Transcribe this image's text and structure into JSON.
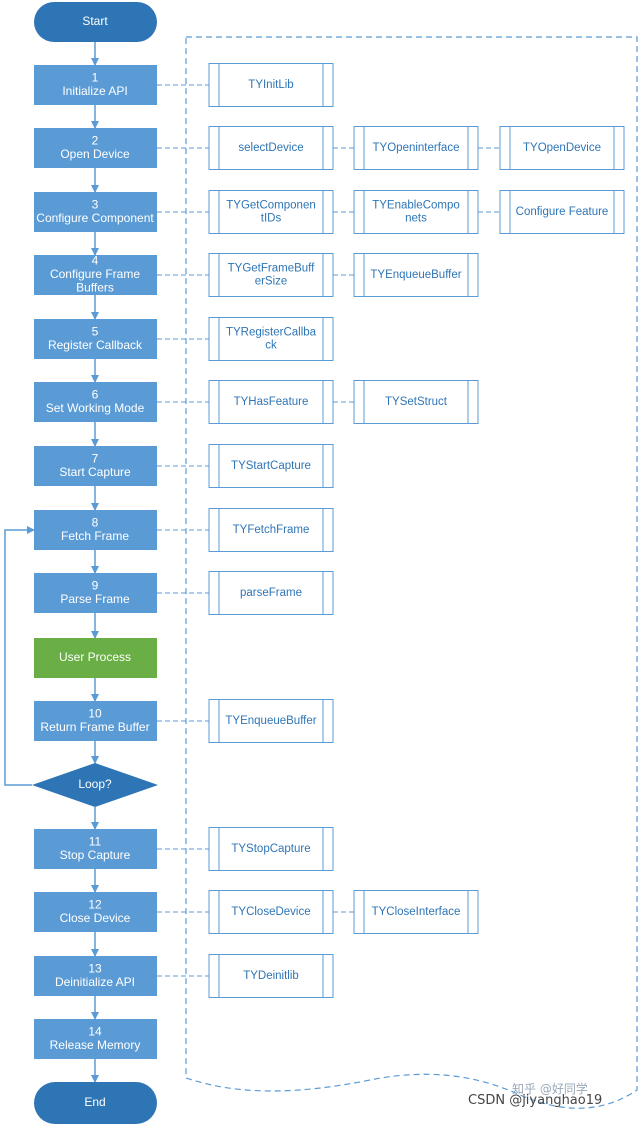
{
  "colors": {
    "process": "#5b9bd5",
    "user_process": "#6aaf45",
    "terminal": "#2e75b6",
    "api_border": "#5b9bd5",
    "api_text": "#2e75b6",
    "connector": "#5b9bd5"
  },
  "start_label": "Start",
  "end_label": "End",
  "decision_label": "Loop?",
  "steps": [
    {
      "num": "1",
      "label": [
        "Initialize API"
      ],
      "apis": [
        [
          "TYInitLib"
        ]
      ]
    },
    {
      "num": "2",
      "label": [
        "Open Device"
      ],
      "apis": [
        [
          "selectDevice"
        ],
        [
          "TYOpeninterface"
        ],
        [
          "TYOpenDevice"
        ]
      ]
    },
    {
      "num": "3",
      "label": [
        "Configure Component"
      ],
      "apis": [
        [
          "TYGetComponen",
          "tIDs"
        ],
        [
          "TYEnableCompo",
          "nets"
        ],
        [
          "Configure Feature"
        ]
      ]
    },
    {
      "num": "4",
      "label": [
        "Configure Frame",
        "Buffers"
      ],
      "apis": [
        [
          "TYGetFrameBuff",
          "erSize"
        ],
        [
          "TYEnqueueBuffer"
        ]
      ]
    },
    {
      "num": "5",
      "label": [
        "Register Callback"
      ],
      "apis": [
        [
          "TYRegisterCallba",
          "ck"
        ]
      ]
    },
    {
      "num": "6",
      "label": [
        "Set Working Mode"
      ],
      "apis": [
        [
          "TYHasFeature"
        ],
        [
          "TYSetStruct"
        ]
      ]
    },
    {
      "num": "7",
      "label": [
        "Start Capture"
      ],
      "apis": [
        [
          "TYStartCapture"
        ]
      ]
    },
    {
      "num": "8",
      "label": [
        "Fetch Frame"
      ],
      "apis": [
        [
          "TYFetchFrame"
        ]
      ]
    },
    {
      "num": "9",
      "label": [
        "Parse Frame"
      ],
      "apis": [
        [
          "parseFrame"
        ]
      ]
    },
    {
      "num": "",
      "label": [
        "User Process"
      ],
      "apis": [],
      "user": true
    },
    {
      "num": "10",
      "label": [
        "Return Frame Buffer"
      ],
      "apis": [
        [
          "TYEnqueueBuffer"
        ]
      ]
    },
    {
      "num": "11",
      "label": [
        "Stop Capture"
      ],
      "apis": [
        [
          "TYStopCapture"
        ]
      ]
    },
    {
      "num": "12",
      "label": [
        "Close Device"
      ],
      "apis": [
        [
          "TYCloseDevice"
        ],
        [
          "TYCloseInterface"
        ]
      ]
    },
    {
      "num": "13",
      "label": [
        "Deinitialize API"
      ],
      "apis": [
        [
          "TYDeinitlib"
        ]
      ]
    },
    {
      "num": "14",
      "label": [
        "Release Memory"
      ],
      "apis": []
    }
  ],
  "watermark": {
    "top": "知乎 @好同学",
    "bottom": "CSDN @jiyanghao19"
  }
}
